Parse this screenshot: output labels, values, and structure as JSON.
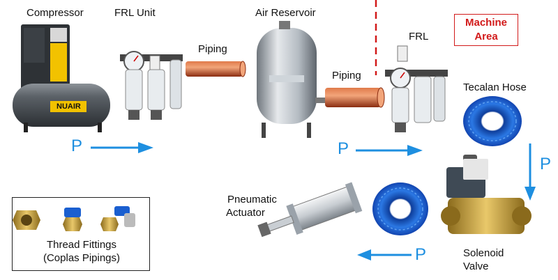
{
  "labels": {
    "compressor": "Compressor",
    "frl_unit": "FRL Unit",
    "air_reservoir": "Air Reservoir",
    "frl": "FRL",
    "piping_1": "Piping",
    "piping_2": "Piping",
    "tecalan_hose": "Tecalan Hose",
    "pneumatic_line1": "Pneumatic",
    "pneumatic_line2": "Actuator",
    "solenoid_line1": "Solenoid",
    "solenoid_line2": "Valve",
    "machine_area_line1": "Machine",
    "machine_area_line2": "Area",
    "fittings_line1": "Thread Fittings",
    "fittings_line2": "(Coplas Pipings)",
    "compressor_brand": "NUAIR"
  },
  "flow_labels": [
    "P",
    "P",
    "P",
    "P"
  ],
  "colors": {
    "flow_arrow": "#1e8fe0",
    "machine_area": "#d21a1a",
    "hose": "#1a5fd0",
    "pipe": "#c0461f",
    "tank": "#9aa2aa",
    "brass": "#c9a13a"
  }
}
